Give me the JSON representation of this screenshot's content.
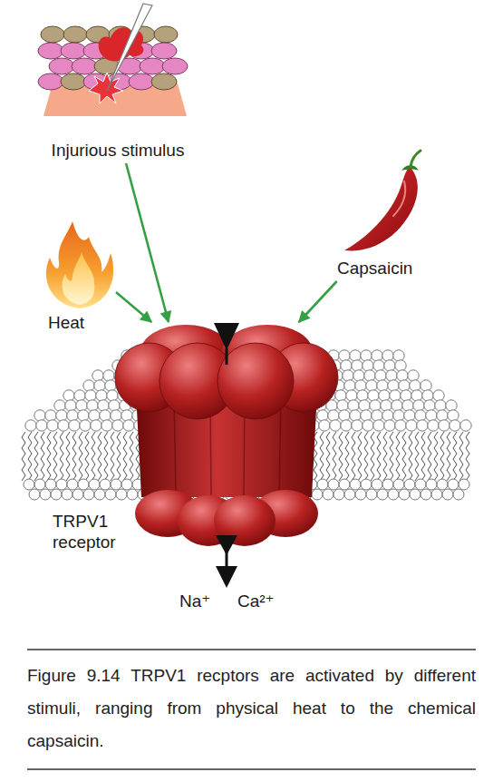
{
  "diagram": {
    "caption": "Figure 9.14 TRPV1 recptors are activated by different stimuli, ranging from physical heat to the chemical capsaicin.",
    "nodes": [
      {
        "text": [
          "Injurious stimulus"
        ]
      },
      {
        "text": [
          "Heat"
        ]
      },
      {
        "text": [
          "Capsaicin"
        ]
      },
      {
        "text": [
          "TRPV1 receptor"
        ]
      }
    ],
    "edges": [
      {
        "from": 0,
        "to": 3,
        "arrow": "to"
      },
      {
        "from": 1,
        "to": 3,
        "arrow": "to"
      },
      {
        "from": 2,
        "to": 3,
        "arrow": "to"
      }
    ],
    "labels": [
      "Na⁺",
      "Ca²⁺"
    ]
  }
}
